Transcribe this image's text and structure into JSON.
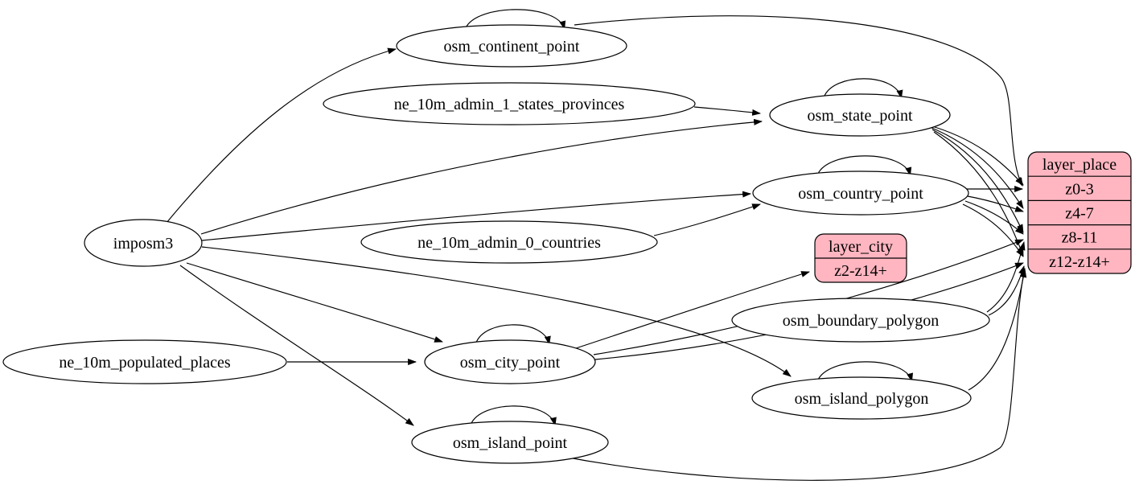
{
  "diagram": {
    "type": "etl-graph",
    "background": "#ffffff",
    "edge_color": "#000000",
    "node_stroke": "#000000",
    "table_node_fill": "#ffffff",
    "layer_node_fill": "#ffb6c1",
    "nodes": [
      {
        "id": "imposm3",
        "label": "imposm3",
        "shape": "ellipse"
      },
      {
        "id": "osm_continent_point",
        "label": "osm_continent_point",
        "shape": "ellipse"
      },
      {
        "id": "ne_10m_admin_1_states_provinces",
        "label": "ne_10m_admin_1_states_provinces",
        "shape": "ellipse"
      },
      {
        "id": "osm_state_point",
        "label": "osm_state_point",
        "shape": "ellipse"
      },
      {
        "id": "osm_country_point",
        "label": "osm_country_point",
        "shape": "ellipse"
      },
      {
        "id": "ne_10m_admin_0_countries",
        "label": "ne_10m_admin_0_countries",
        "shape": "ellipse"
      },
      {
        "id": "ne_10m_populated_places",
        "label": "ne_10m_populated_places",
        "shape": "ellipse"
      },
      {
        "id": "osm_city_point",
        "label": "osm_city_point",
        "shape": "ellipse"
      },
      {
        "id": "osm_island_point",
        "label": "osm_island_point",
        "shape": "ellipse"
      },
      {
        "id": "osm_boundary_polygon",
        "label": "osm_boundary_polygon",
        "shape": "ellipse"
      },
      {
        "id": "osm_island_polygon",
        "label": "osm_island_polygon",
        "shape": "ellipse"
      }
    ],
    "records": [
      {
        "id": "layer_city",
        "title": "layer_city",
        "rows": [
          "z2-z14+"
        ],
        "fill": "#ffb6c1"
      },
      {
        "id": "layer_place",
        "title": "layer_place",
        "rows": [
          "z0-3",
          "z4-7",
          "z8-11",
          "z12-z14+"
        ],
        "fill": "#ffb6c1"
      }
    ],
    "edges": [
      {
        "from": "imposm3",
        "to": "osm_continent_point"
      },
      {
        "from": "imposm3",
        "to": "osm_state_point"
      },
      {
        "from": "imposm3",
        "to": "osm_country_point"
      },
      {
        "from": "imposm3",
        "to": "osm_city_point"
      },
      {
        "from": "imposm3",
        "to": "osm_island_point"
      },
      {
        "from": "imposm3",
        "to": "osm_island_polygon"
      },
      {
        "from": "ne_10m_admin_1_states_provinces",
        "to": "osm_state_point"
      },
      {
        "from": "ne_10m_admin_0_countries",
        "to": "osm_country_point"
      },
      {
        "from": "ne_10m_populated_places",
        "to": "osm_city_point"
      },
      {
        "from": "osm_continent_point",
        "to": "osm_continent_point"
      },
      {
        "from": "osm_state_point",
        "to": "osm_state_point"
      },
      {
        "from": "osm_country_point",
        "to": "osm_country_point"
      },
      {
        "from": "osm_city_point",
        "to": "osm_city_point"
      },
      {
        "from": "osm_island_point",
        "to": "osm_island_point"
      },
      {
        "from": "osm_island_polygon",
        "to": "osm_island_polygon"
      },
      {
        "from": "osm_city_point",
        "to": "layer_city",
        "port": "z2-z14+"
      },
      {
        "from": "osm_continent_point",
        "to": "layer_place",
        "port": "z0-3"
      },
      {
        "from": "osm_state_point",
        "to": "layer_place",
        "port": "z0-3"
      },
      {
        "from": "osm_state_point",
        "to": "layer_place",
        "port": "z4-7"
      },
      {
        "from": "osm_state_point",
        "to": "layer_place",
        "port": "z8-11"
      },
      {
        "from": "osm_state_point",
        "to": "layer_place",
        "port": "z12-z14+"
      },
      {
        "from": "osm_country_point",
        "to": "layer_place",
        "port": "z0-3"
      },
      {
        "from": "osm_country_point",
        "to": "layer_place",
        "port": "z4-7"
      },
      {
        "from": "osm_country_point",
        "to": "layer_place",
        "port": "z8-11"
      },
      {
        "from": "osm_country_point",
        "to": "layer_place",
        "port": "z12-z14+"
      },
      {
        "from": "osm_city_point",
        "to": "layer_place",
        "port": "z8-11"
      },
      {
        "from": "osm_city_point",
        "to": "layer_place",
        "port": "z12-z14+"
      },
      {
        "from": "osm_boundary_polygon",
        "to": "layer_place",
        "port": "z8-11"
      },
      {
        "from": "osm_boundary_polygon",
        "to": "layer_place",
        "port": "z12-z14+"
      },
      {
        "from": "osm_island_polygon",
        "to": "layer_place",
        "port": "z12-z14+"
      },
      {
        "from": "osm_island_point",
        "to": "layer_place",
        "port": "z12-z14+"
      }
    ]
  }
}
